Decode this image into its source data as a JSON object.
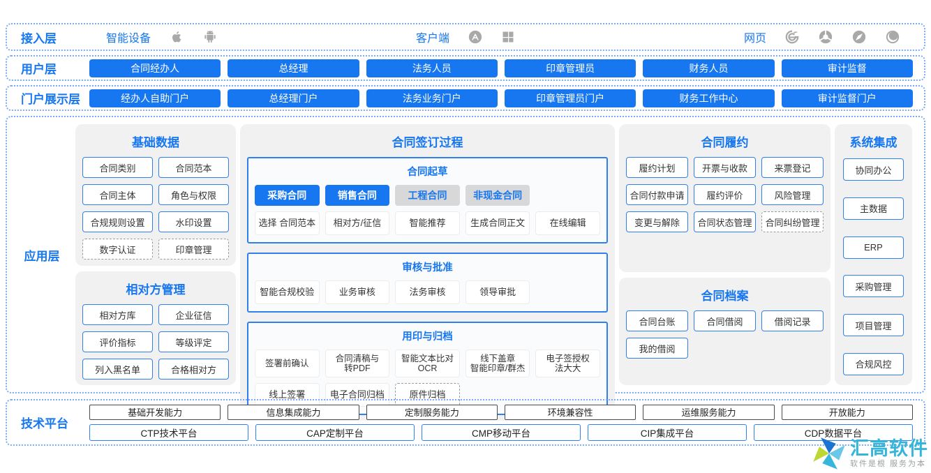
{
  "colors": {
    "primary_blue": "#1677f0",
    "frame_dotted_blue": "#7aabf8",
    "panel_gray": "#f1f1f2",
    "pill_gray": "#d8d8d8",
    "icon_gray": "#a9a9a9",
    "logo_cyan": "#35b5d9",
    "logo_green": "#bfd732"
  },
  "layers": {
    "access": {
      "label": "接入层",
      "groups": [
        {
          "label": "智能设备",
          "icons": [
            "apple-icon",
            "android-icon"
          ]
        },
        {
          "label": "客户端",
          "icons": [
            "appstore-icon",
            "windows-icon"
          ]
        },
        {
          "label": "网页",
          "icons": [
            "ie-icon",
            "chrome-icon",
            "safari-icon",
            "firefox-icon"
          ]
        }
      ]
    },
    "user": {
      "label": "用户层",
      "items": [
        "合同经办人",
        "总经理",
        "法务人员",
        "印章管理员",
        "财务人员",
        "审计监督"
      ]
    },
    "portal": {
      "label": "门户展示层",
      "items": [
        "经办人自助门户",
        "总经理门户",
        "法务业务门户",
        "印章管理员门户",
        "财务工作中心",
        "审计监督门户"
      ]
    },
    "application": {
      "label": "应用层",
      "basic_data": {
        "title": "基础数据",
        "items": [
          {
            "label": "合同类别"
          },
          {
            "label": "合同范本"
          },
          {
            "label": "合同主体"
          },
          {
            "label": "角色与权限"
          },
          {
            "label": "合规规则设置"
          },
          {
            "label": "水印设置"
          },
          {
            "label": "数字认证",
            "dashed": true
          },
          {
            "label": "印章管理",
            "dashed": true
          }
        ]
      },
      "counterparty": {
        "title": "相对方管理",
        "items": [
          {
            "label": "相对方库"
          },
          {
            "label": "企业征信"
          },
          {
            "label": "评价指标"
          },
          {
            "label": "等级评定"
          },
          {
            "label": "列入黑名单"
          },
          {
            "label": "合格相对方"
          }
        ]
      },
      "signing": {
        "title": "合同签订过程",
        "draft": {
          "title": "合同起草",
          "pills": [
            {
              "label": "采购合同",
              "style": "blue"
            },
            {
              "label": "销售合同",
              "style": "blue"
            },
            {
              "label": "工程合同",
              "style": "gray"
            },
            {
              "label": "非现金合同",
              "style": "gray"
            }
          ],
          "steps": [
            "选择 合同范本",
            "相对方/征信",
            "智能推荐",
            "生成合同正文",
            "在线编辑"
          ]
        },
        "review": {
          "title": "审核与批准",
          "steps": [
            "智能合规校验",
            "业务审核",
            "法务审核",
            "领导审批"
          ]
        },
        "seal": {
          "title": "用印与归档",
          "row1": [
            "签署前确认",
            "合同清稿与\n转PDF",
            "智能文本比对\nOCR",
            "线下盖章\n智能印章/群杰",
            "电子签授权\n法大大"
          ],
          "row2": [
            {
              "label": "线上签署"
            },
            {
              "label": "电子合同归档"
            },
            {
              "label": "原件归档",
              "dashed": true
            }
          ]
        }
      },
      "performance": {
        "title": "合同履约",
        "items": [
          {
            "label": "履约计划"
          },
          {
            "label": "开票与收款"
          },
          {
            "label": "来票登记"
          },
          {
            "label": "合同付款申请"
          },
          {
            "label": "履约评价"
          },
          {
            "label": "风险管理"
          },
          {
            "label": "变更与解除"
          },
          {
            "label": "合同状态管理"
          },
          {
            "label": "合同纠纷管理",
            "dashed": true
          }
        ]
      },
      "archive": {
        "title": "合同档案",
        "items": [
          {
            "label": "合同台账"
          },
          {
            "label": "合同借阅"
          },
          {
            "label": "借阅记录"
          },
          {
            "label": "我的借阅"
          }
        ]
      },
      "integration": {
        "title": "系统集成",
        "items": [
          {
            "label": "协同办公"
          },
          {
            "label": "主数据"
          },
          {
            "label": "ERP"
          },
          {
            "label": "采购管理"
          },
          {
            "label": "项目管理"
          },
          {
            "label": "合规风控"
          }
        ]
      }
    },
    "tech": {
      "label": "技术平台",
      "capabilities": [
        "基础开发能力",
        "信息集成能力",
        "定制服务能力",
        "环境兼容性",
        "运维服务能力",
        "开放能力"
      ],
      "platforms": [
        "CTP技术平台",
        "CAP定制平台",
        "CMP移动平台",
        "CIP集成平台",
        "CDP数据平台"
      ]
    }
  },
  "logo": {
    "name": "汇高软件",
    "tagline": "软件是根  服务为本"
  }
}
